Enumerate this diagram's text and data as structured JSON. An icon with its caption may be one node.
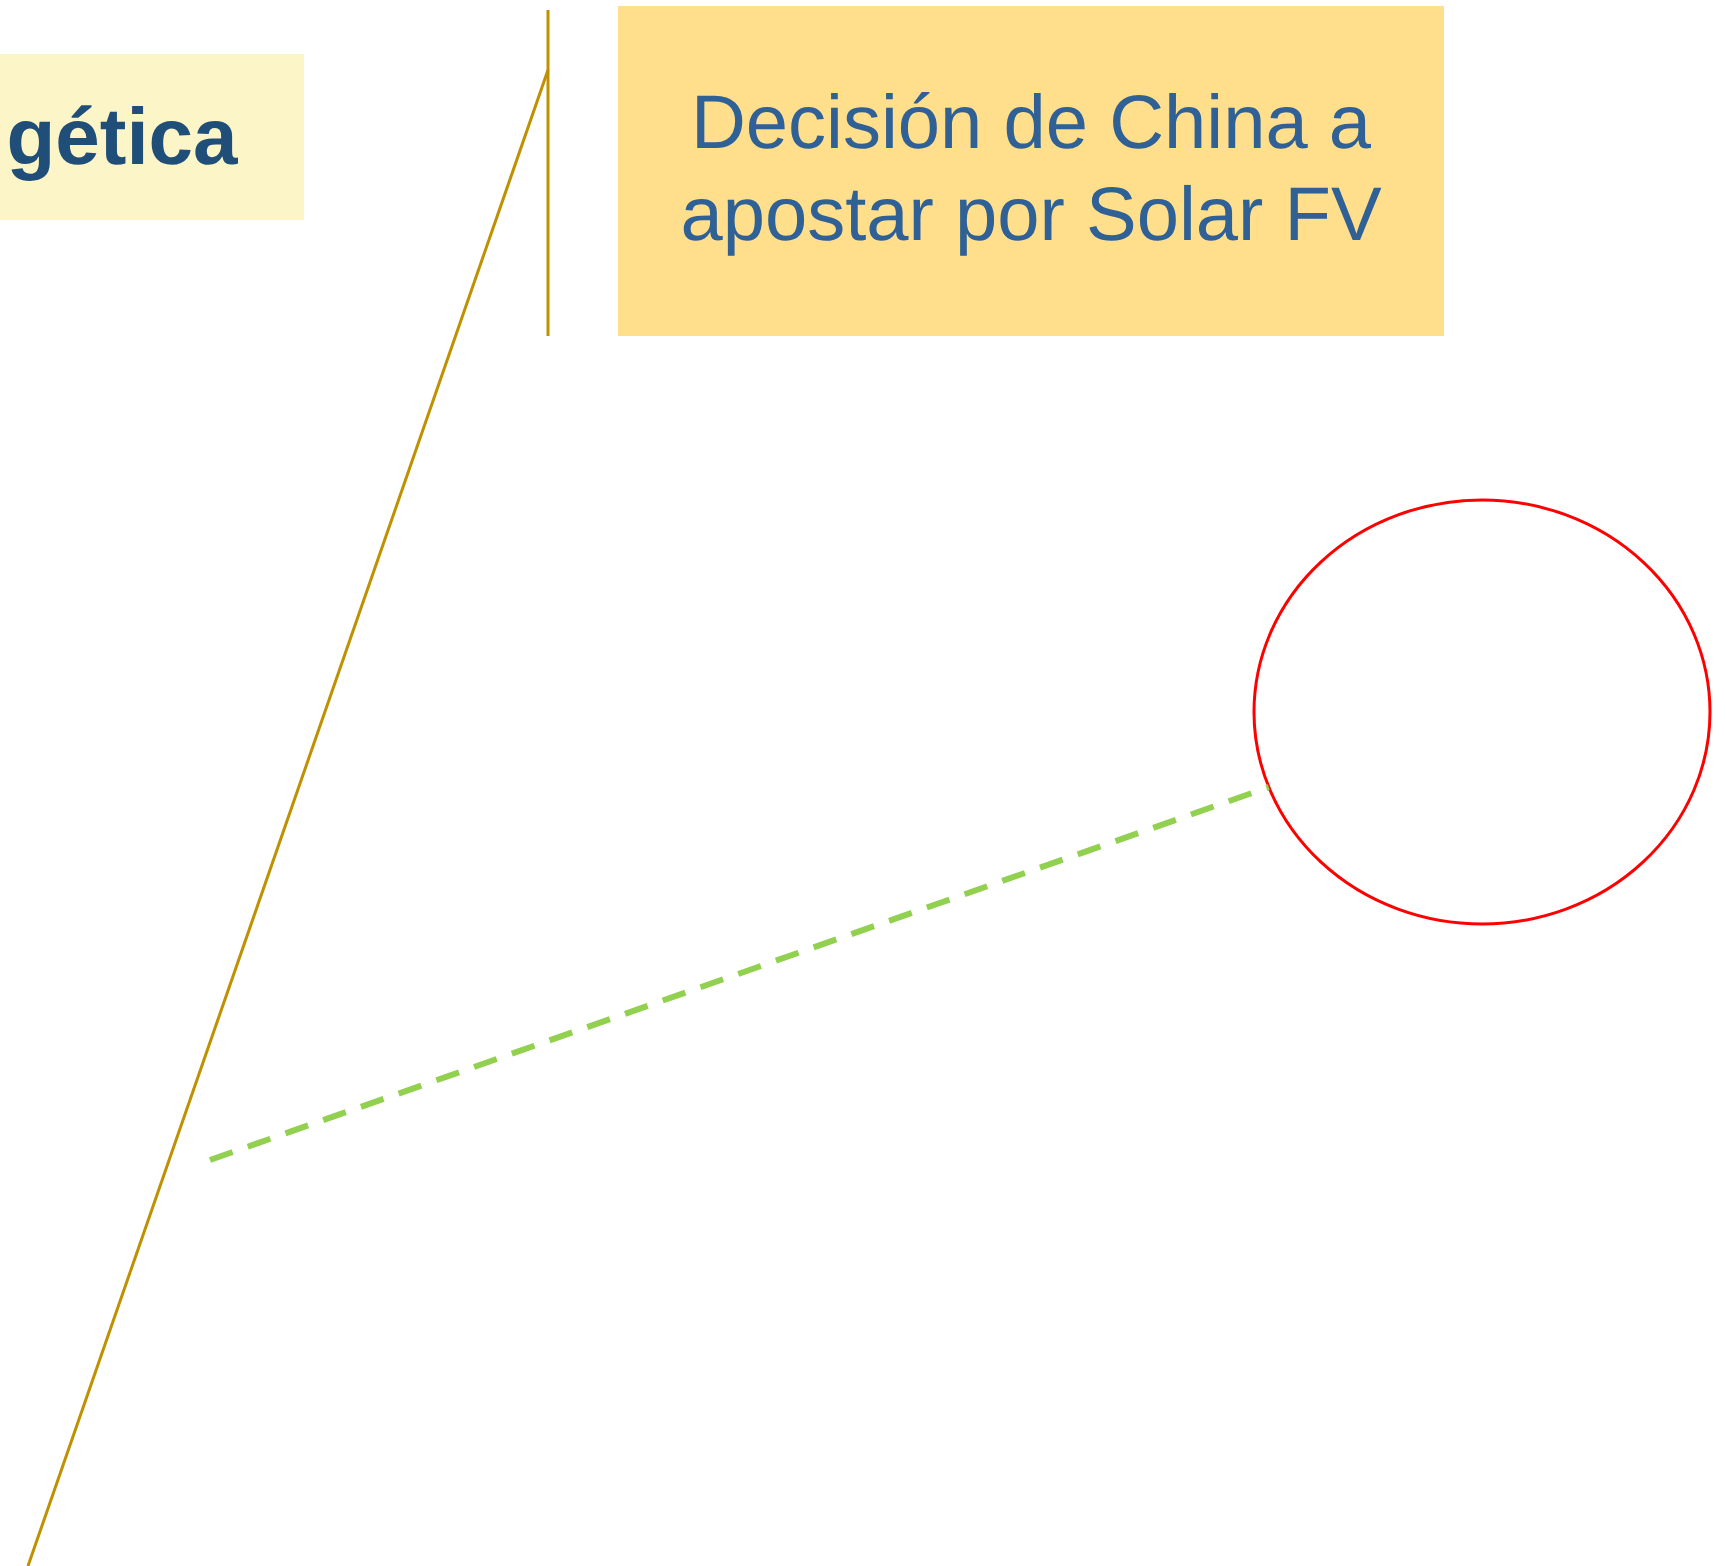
{
  "diagram": {
    "nodes": [
      {
        "text": [
          "gética"
        ]
      },
      {
        "text": [
          "Decisión de China a apostar por Solar FV"
        ]
      },
      {
        "text": [],
        "shape": "circle"
      }
    ],
    "edges": [
      {
        "from": null,
        "to": 2,
        "arrow": "none",
        "style": "dashed",
        "color": "#92d050"
      }
    ]
  }
}
